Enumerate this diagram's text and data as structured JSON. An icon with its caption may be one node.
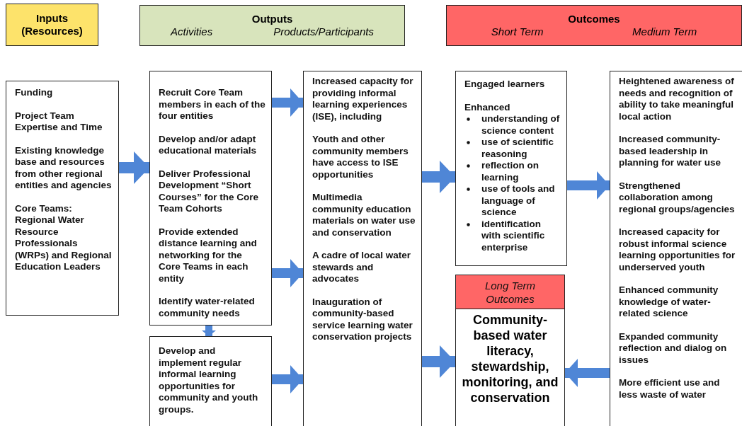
{
  "diagram": {
    "nodes": [
      {
        "text": [
          "Inputs (Resources)"
        ]
      },
      {
        "text": [
          "Outputs",
          "Activities",
          "Products/Participants"
        ]
      },
      {
        "text": [
          "Outcomes",
          "Short Term",
          "Medium Term"
        ]
      },
      {
        "text": [
          "Funding",
          "Project Team Expertise and Time",
          "Existing knowledge base and resources from  other regional entities and agencies",
          "Core Teams: Regional Water Resource Professionals (WRPs)  and Regional Education Leaders"
        ]
      },
      {
        "text": [
          "Recruit Core Team members in each of the four entities",
          "Develop and/or adapt educational materials",
          "Deliver Professional Development  “Short Courses” for the Core Team Cohorts",
          "Provide extended distance learning and networking for the Core Teams in each entity",
          "Identify water-related community needs"
        ]
      },
      {
        "text": [
          "Develop and implement regular informal learning opportunities for community and youth groups."
        ]
      },
      {
        "text": [
          "Increased capacity for providing informal learning experiences (ISE), including",
          "Youth and other community members have access to ISE opportunities",
          "Multimedia community education materials on water use and conservation",
          "A cadre of local water stewards and advocates",
          "Inauguration of community-based service learning water conservation projects"
        ]
      },
      {
        "text": [
          "Engaged learners",
          "Enhanced",
          "understanding of science content",
          "use of scientific reasoning",
          "reflection on learning",
          "use of tools and language of science",
          "identification with scientific enterprise"
        ]
      },
      {
        "text": [
          "Long Term Outcomes",
          "Community-based water literacy, stewardship, monitoring, and conservation"
        ]
      },
      {
        "text": [
          "Heightened awareness of needs and recognition of ability to take meaningful local action",
          "Increased community-based leadership in planning for water use",
          "Strengthened collaboration among regional groups/agencies",
          "Increased capacity for robust informal science learning opportunities for underserved youth",
          "Enhanced community knowledge of water-related science",
          "Expanded community reflection and dialog on issues",
          "More efficient use and less waste of water"
        ]
      }
    ],
    "edges": [
      {
        "from": 3,
        "to": 4,
        "arrow": "to"
      },
      {
        "from": 4,
        "to": 6,
        "arrow": "to"
      },
      {
        "from": 4,
        "to": 6,
        "arrow": "to"
      },
      {
        "from": 4,
        "to": 5,
        "arrow": "to"
      },
      {
        "from": 5,
        "to": 6,
        "arrow": "to"
      },
      {
        "from": 6,
        "to": 7,
        "arrow": "to"
      },
      {
        "from": 6,
        "to": 8,
        "arrow": "to"
      },
      {
        "from": 7,
        "to": 9,
        "arrow": "to"
      },
      {
        "from": 9,
        "to": 8,
        "arrow": "to"
      }
    ]
  }
}
